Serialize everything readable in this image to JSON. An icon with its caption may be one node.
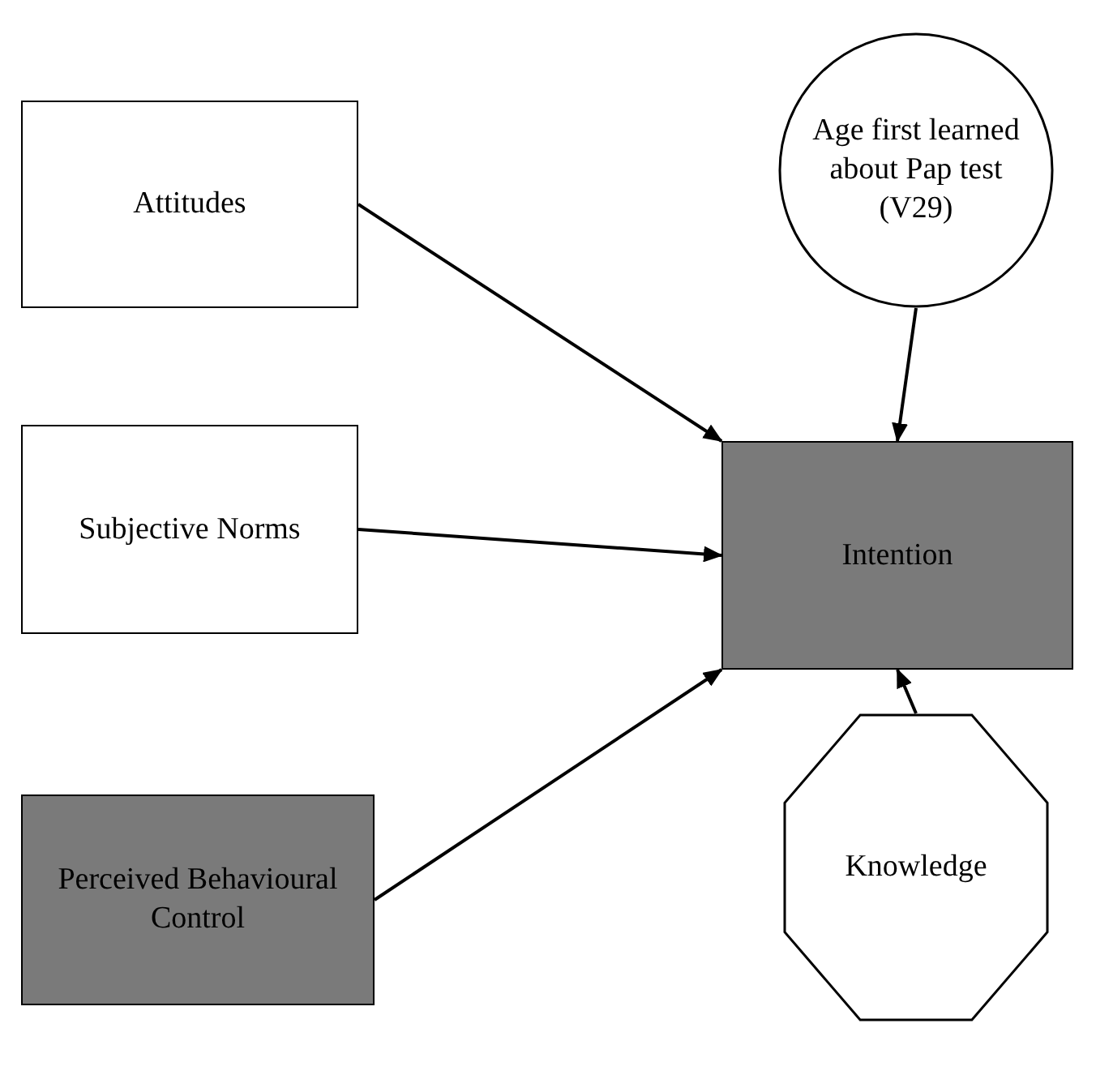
{
  "diagram": {
    "nodes": [
      {
        "text": [
          "Attitudes"
        ]
      },
      {
        "text": [
          "Age first learned about Pap test (V29)"
        ]
      },
      {
        "text": [
          "Subjective Norms"
        ]
      },
      {
        "text": [
          "Intention"
        ]
      },
      {
        "text": [
          "Perceived Behavioural Control"
        ]
      },
      {
        "text": [
          "Knowledge"
        ]
      }
    ],
    "edges": [
      {
        "from": 0,
        "to": 3,
        "arrow": "to"
      },
      {
        "from": 1,
        "to": 3,
        "arrow": "to"
      },
      {
        "from": 2,
        "to": 3,
        "arrow": "to"
      },
      {
        "from": 4,
        "to": 3,
        "arrow": "to"
      },
      {
        "from": 5,
        "to": 3,
        "arrow": "to"
      }
    ]
  }
}
